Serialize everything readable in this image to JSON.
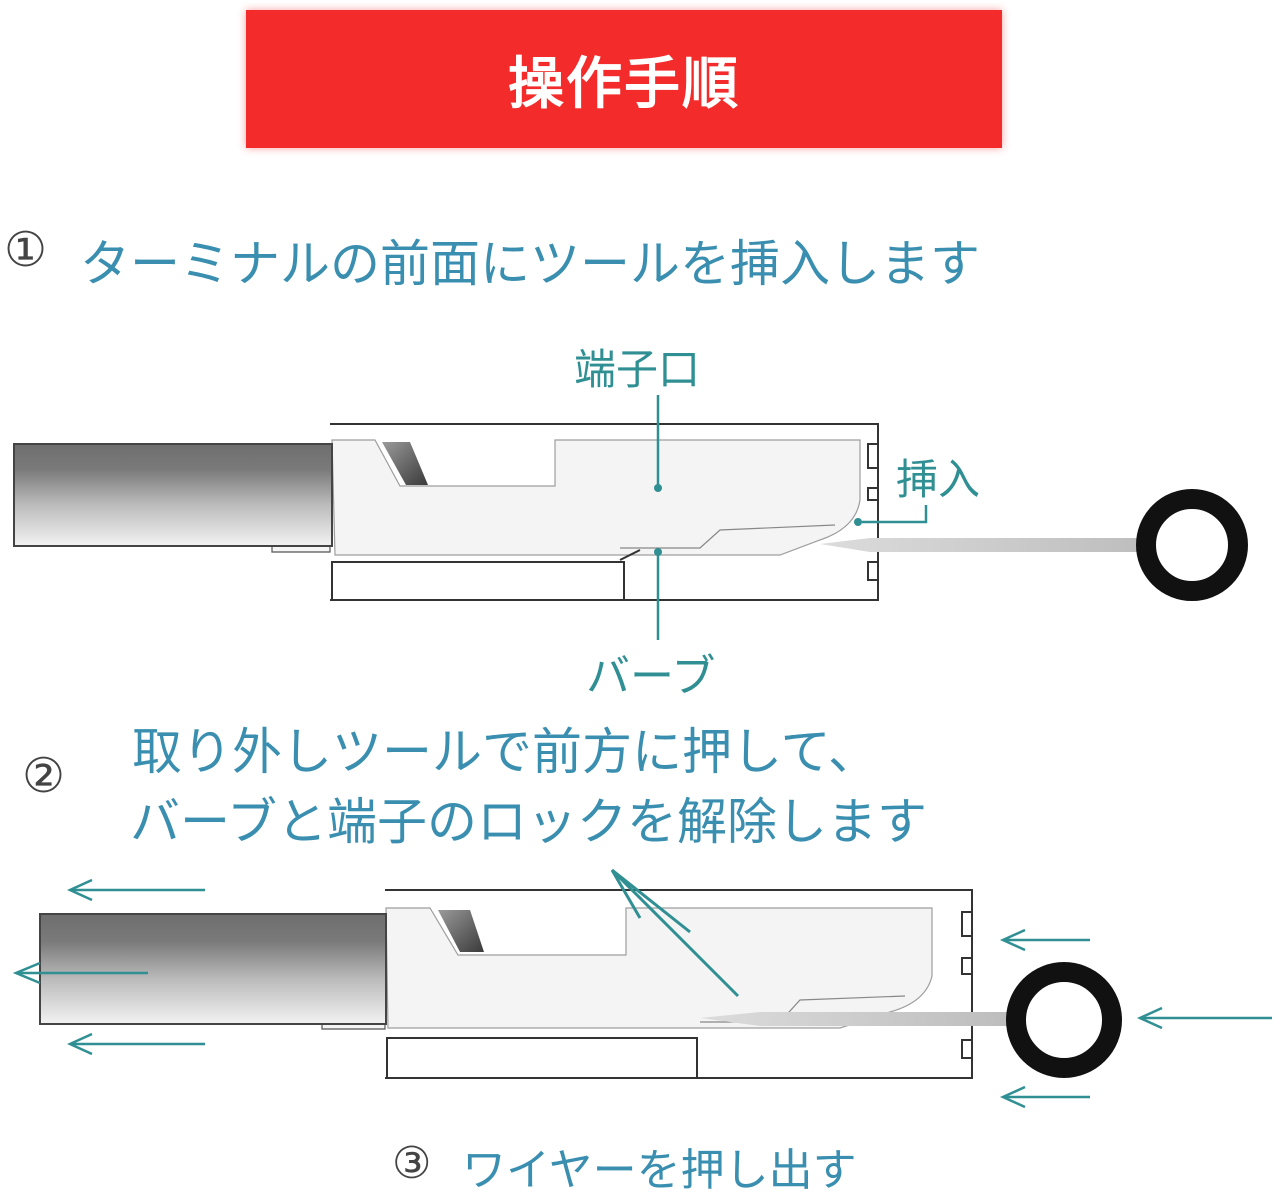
{
  "header": {
    "title": "操作手順"
  },
  "steps": [
    {
      "number": "①",
      "text": "ターミナルの前面にツールを挿入します"
    },
    {
      "number": "②",
      "line1": "取り外しツールで前方に押して、",
      "line2": "バーブと端子のロックを解除します"
    },
    {
      "number": "③",
      "text": "ワイヤーを押し出す"
    }
  ],
  "labels": {
    "terminal_port": "端子口",
    "insert": "挿入",
    "barb": "バーブ"
  },
  "colors": {
    "banner": "#f32b2b",
    "step_text": "#3a8fb0",
    "teal": "#2f8f93",
    "ring": "#111111"
  }
}
